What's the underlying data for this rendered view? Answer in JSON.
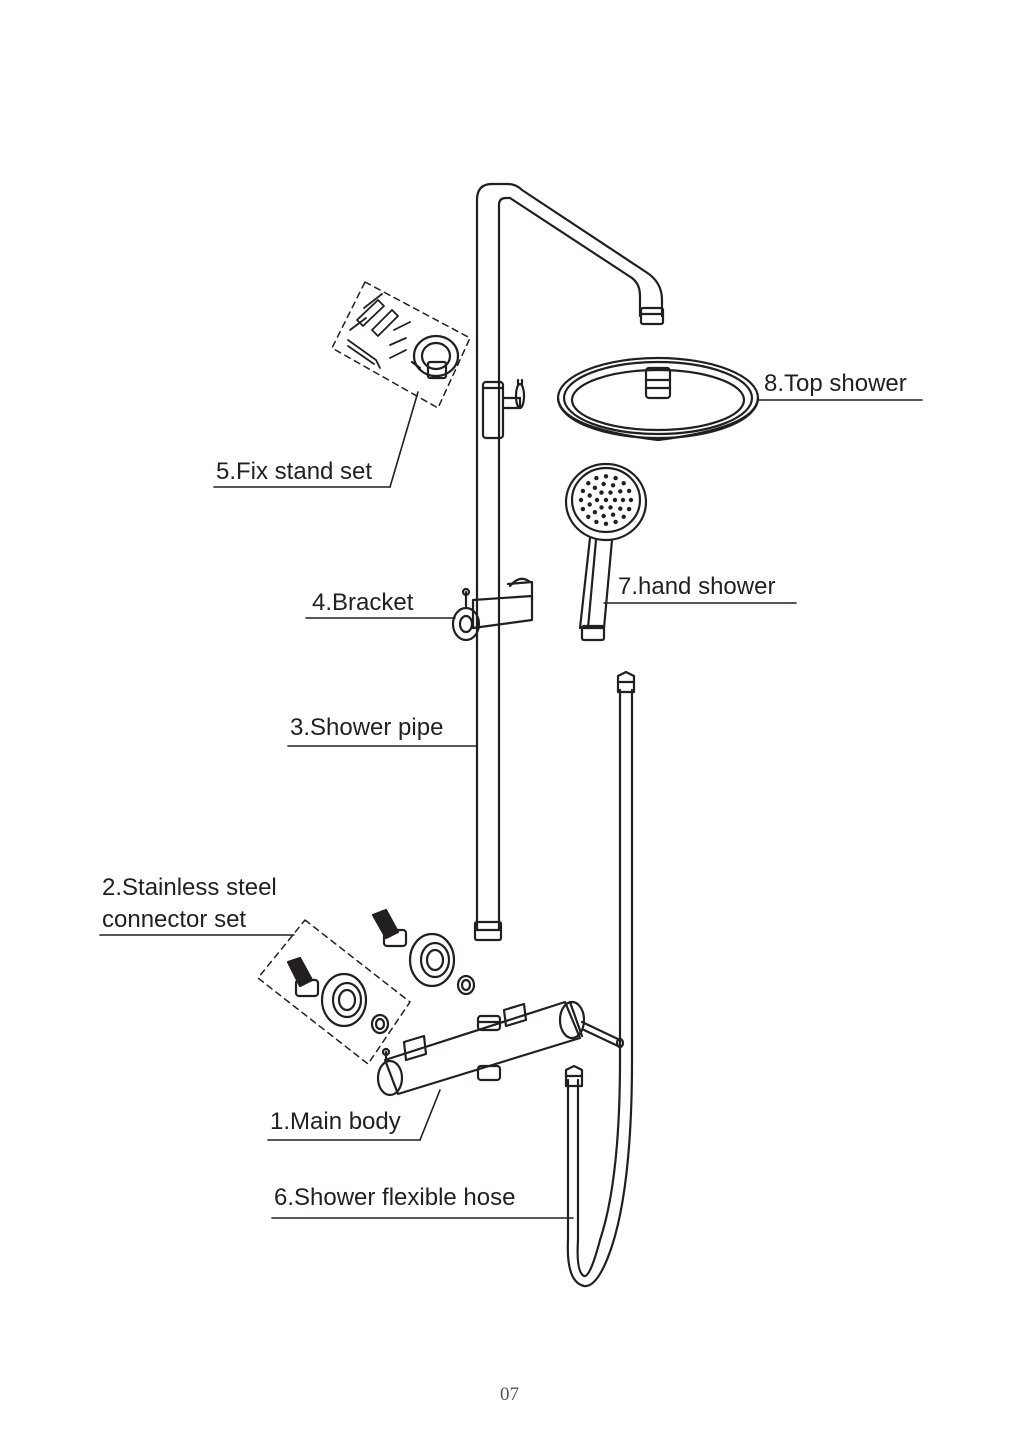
{
  "labels": {
    "top_shower": "8.Top shower",
    "fix_stand_set": "5.Fix stand set",
    "hand_shower": "7.hand shower",
    "bracket": "4.Bracket",
    "shower_pipe": "3.Shower pipe",
    "connector_line1": "2.Stainless steel",
    "connector_line2": "connector set",
    "main_body": "1.Main body",
    "flexible_hose": "6.Shower flexible hose"
  },
  "page_number": "07"
}
